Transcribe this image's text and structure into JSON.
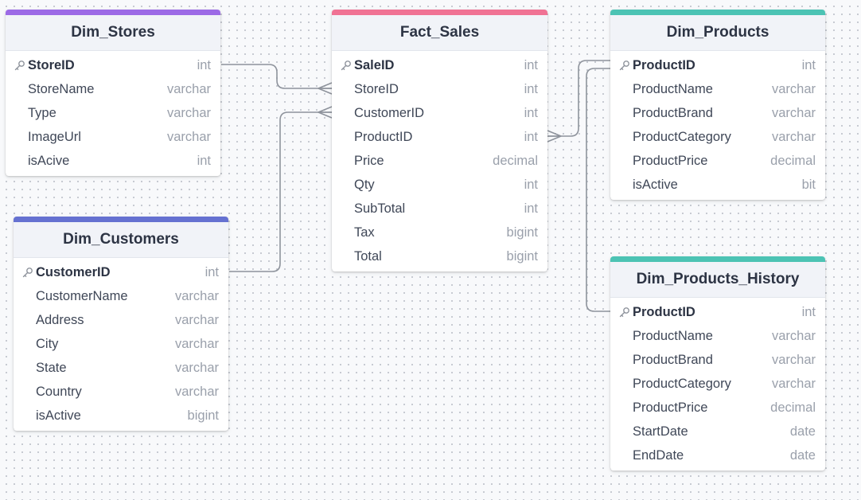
{
  "colors": {
    "dim_stores": "#9c6ae6",
    "fact_sales": "#f07294",
    "dim_products": "#4cc3b4",
    "dim_customers": "#6571d1",
    "dim_products_history": "#4cc3b4",
    "connector": "#8e939c"
  },
  "tables": {
    "dim_stores": {
      "title": "Dim_Stores",
      "columns": [
        {
          "name": "StoreID",
          "type": "int",
          "pk": true
        },
        {
          "name": "StoreName",
          "type": "varchar",
          "pk": false
        },
        {
          "name": "Type",
          "type": "varchar",
          "pk": false
        },
        {
          "name": "ImageUrl",
          "type": "varchar",
          "pk": false
        },
        {
          "name": "isAcive",
          "type": "int",
          "pk": false
        }
      ]
    },
    "fact_sales": {
      "title": "Fact_Sales",
      "columns": [
        {
          "name": "SaleID",
          "type": "int",
          "pk": true
        },
        {
          "name": "StoreID",
          "type": "int",
          "pk": false
        },
        {
          "name": "CustomerID",
          "type": "int",
          "pk": false
        },
        {
          "name": "ProductID",
          "type": "int",
          "pk": false
        },
        {
          "name": "Price",
          "type": "decimal",
          "pk": false
        },
        {
          "name": "Qty",
          "type": "int",
          "pk": false
        },
        {
          "name": "SubTotal",
          "type": "int",
          "pk": false
        },
        {
          "name": "Tax",
          "type": "bigint",
          "pk": false
        },
        {
          "name": "Total",
          "type": "bigint",
          "pk": false
        }
      ]
    },
    "dim_products": {
      "title": "Dim_Products",
      "columns": [
        {
          "name": "ProductID",
          "type": "int",
          "pk": true
        },
        {
          "name": "ProductName",
          "type": "varchar",
          "pk": false
        },
        {
          "name": "ProductBrand",
          "type": "varchar",
          "pk": false
        },
        {
          "name": "ProductCategory",
          "type": "varchar",
          "pk": false
        },
        {
          "name": "ProductPrice",
          "type": "decimal",
          "pk": false
        },
        {
          "name": "isActive",
          "type": "bit",
          "pk": false
        }
      ]
    },
    "dim_customers": {
      "title": "Dim_Customers",
      "columns": [
        {
          "name": "CustomerID",
          "type": "int",
          "pk": true
        },
        {
          "name": "CustomerName",
          "type": "varchar",
          "pk": false
        },
        {
          "name": "Address",
          "type": "varchar",
          "pk": false
        },
        {
          "name": "City",
          "type": "varchar",
          "pk": false
        },
        {
          "name": "State",
          "type": "varchar",
          "pk": false
        },
        {
          "name": "Country",
          "type": "varchar",
          "pk": false
        },
        {
          "name": "isActive",
          "type": "bigint",
          "pk": false
        }
      ]
    },
    "dim_products_history": {
      "title": "Dim_Products_History",
      "columns": [
        {
          "name": "ProductID",
          "type": "int",
          "pk": true
        },
        {
          "name": "ProductName",
          "type": "varchar",
          "pk": false
        },
        {
          "name": "ProductBrand",
          "type": "varchar",
          "pk": false
        },
        {
          "name": "ProductCategory",
          "type": "varchar",
          "pk": false
        },
        {
          "name": "ProductPrice",
          "type": "decimal",
          "pk": false
        },
        {
          "name": "StartDate",
          "type": "date",
          "pk": false
        },
        {
          "name": "EndDate",
          "type": "date",
          "pk": false
        }
      ]
    }
  },
  "relationships": [
    {
      "from": "Dim_Stores.StoreID",
      "to": "Fact_Sales.StoreID",
      "cardinality": "one-to-many"
    },
    {
      "from": "Dim_Customers.CustomerID",
      "to": "Fact_Sales.CustomerID",
      "cardinality": "one-to-many"
    },
    {
      "from": "Dim_Products.ProductID",
      "to": "Fact_Sales.ProductID",
      "cardinality": "one-to-many"
    },
    {
      "from": "Dim_Products.ProductID",
      "to": "Dim_Products_History.ProductID",
      "cardinality": "one-to-one"
    }
  ]
}
